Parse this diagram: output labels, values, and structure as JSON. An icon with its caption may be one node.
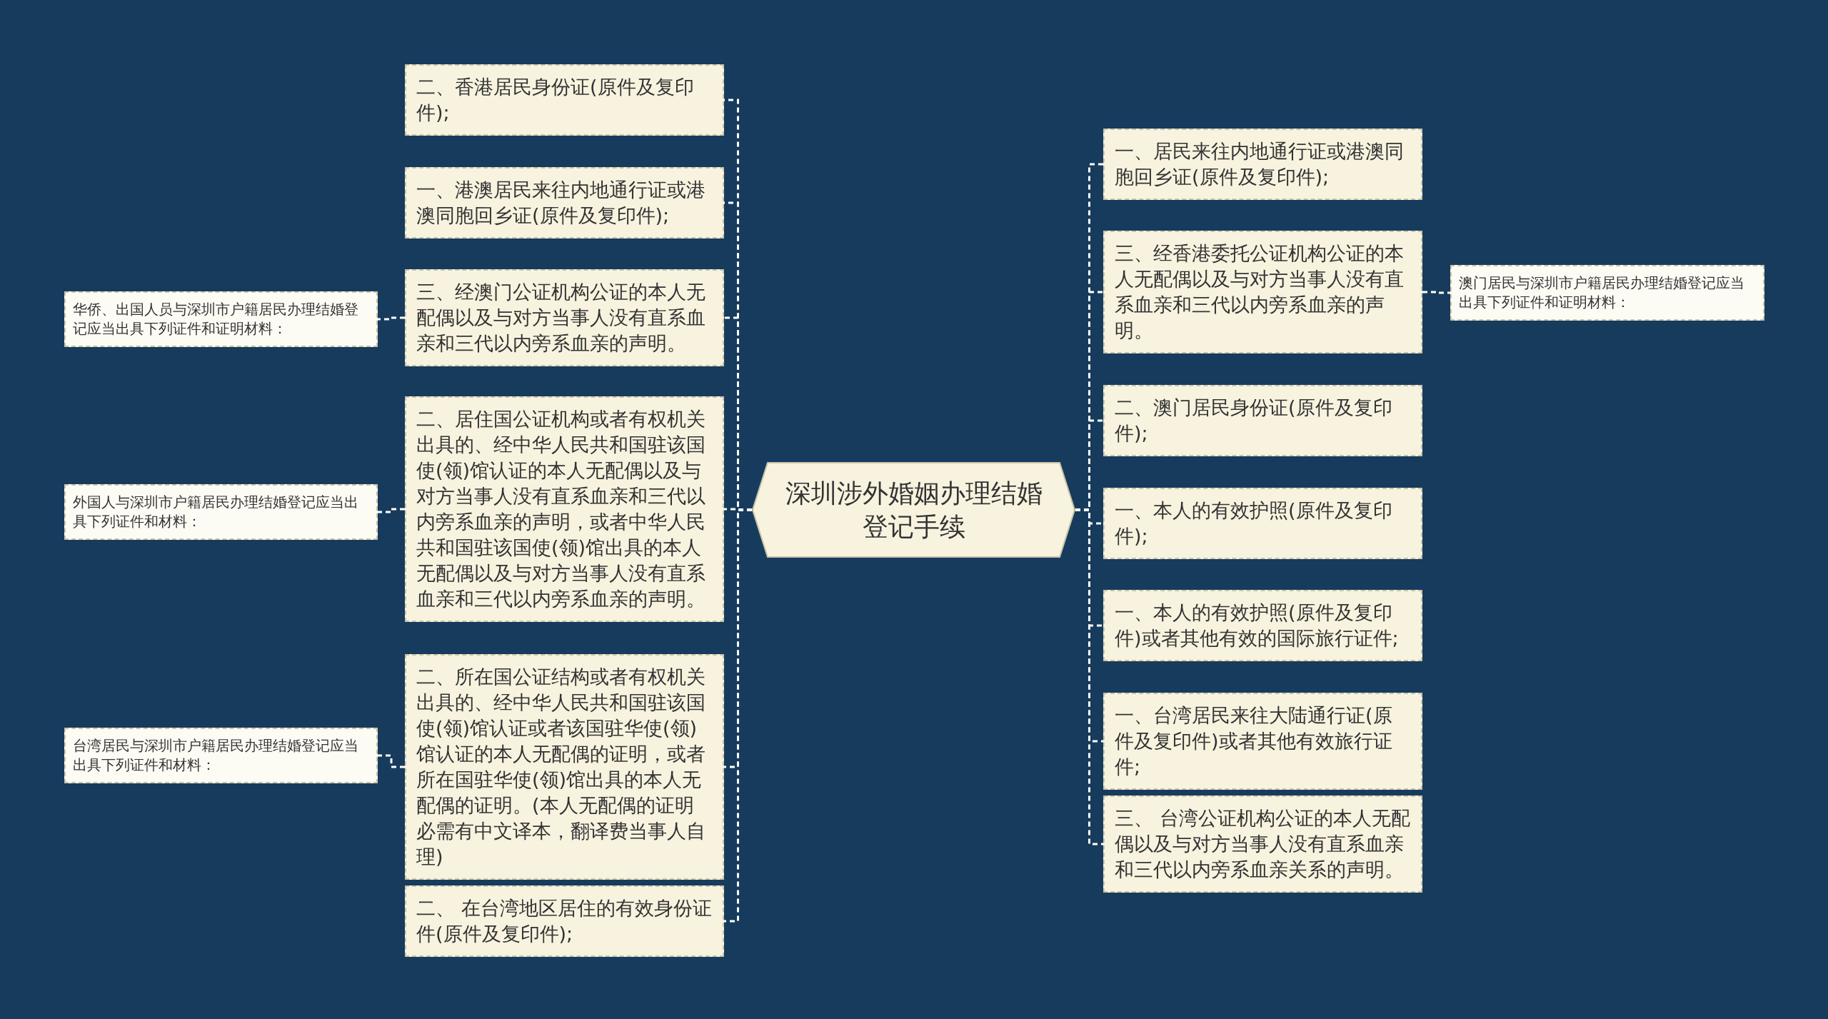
{
  "diagram": {
    "nodes": [
      {
        "text": [
          "深圳涉外婚姻办理结婚登记手续"
        ]
      },
      {
        "text": [
          "二、香港居民身份证(原件及复印件);"
        ]
      },
      {
        "text": [
          "一、港澳居民来往内地通行证或港澳同胞回乡证(原件及复印件);"
        ]
      },
      {
        "text": [
          "三、经澳门公证机构公证的本人无配偶以及与对方当事人没有直系血亲和三代以内旁系血亲的声明。"
        ]
      },
      {
        "text": [
          "二、居住国公证机构或者有权机关出具的、经中华人民共和国驻该国使(领)馆认证的本人无配偶以及与对方当事人没有直系血亲和三代以内旁系血亲的声明，或者中华人民共和国驻该国使(领)馆出具的本人无配偶以及与对方当事人没有直系血亲和三代以内旁系血亲的声明。"
        ]
      },
      {
        "text": [
          "二、所在国公证结构或者有权机关出具的、经中华人民共和国驻该国使(领)馆认证或者该国驻华使(领)馆认证的本人无配偶的证明，或者所在国驻华使(领)馆出具的本人无配偶的证明。(本人无配偶的证明必需有中文译本，翻译费当事人自理)"
        ]
      },
      {
        "text": [
          "二、 在台湾地区居住的有效身份证件(原件及复印件);"
        ]
      },
      {
        "text": [
          "华侨、出国人员与深圳市户籍居民办理结婚登记应当出具下列证件和证明材料："
        ]
      },
      {
        "text": [
          "外国人与深圳市户籍居民办理结婚登记应当出具下列证件和材料："
        ]
      },
      {
        "text": [
          "台湾居民与深圳市户籍居民办理结婚登记应当出具下列证件和材料："
        ]
      },
      {
        "text": [
          "一、居民来往内地通行证或港澳同胞回乡证(原件及复印件);"
        ]
      },
      {
        "text": [
          "三、经香港委托公证机构公证的本人无配偶以及与对方当事人没有直系血亲和三代以内旁系血亲的声明。"
        ]
      },
      {
        "text": [
          "二、澳门居民身份证(原件及复印件);"
        ]
      },
      {
        "text": [
          "一、本人的有效护照(原件及复印件);"
        ]
      },
      {
        "text": [
          "一、本人的有效护照(原件及复印件)或者其他有效的国际旅行证件;"
        ]
      },
      {
        "text": [
          "一、台湾居民来往大陆通行证(原件及复印件)或者其他有效旅行证件;"
        ]
      },
      {
        "text": [
          "三、 台湾公证机构公证的本人无配偶以及与对方当事人没有直系血亲和三代以内旁系血亲关系的声明。"
        ]
      },
      {
        "text": [
          "澳门居民与深圳市户籍居民办理结婚登记应当出具下列证件和证明材料："
        ]
      }
    ],
    "edges": [
      {
        "from": 0,
        "to": 1,
        "arrow": "none"
      },
      {
        "from": 0,
        "to": 2,
        "arrow": "none"
      },
      {
        "from": 0,
        "to": 3,
        "arrow": "none"
      },
      {
        "from": 0,
        "to": 4,
        "arrow": "none"
      },
      {
        "from": 0,
        "to": 5,
        "arrow": "none"
      },
      {
        "from": 0,
        "to": 6,
        "arrow": "none"
      },
      {
        "from": 3,
        "to": 7,
        "arrow": "none"
      },
      {
        "from": 4,
        "to": 8,
        "arrow": "none"
      },
      {
        "from": 5,
        "to": 9,
        "arrow": "none"
      },
      {
        "from": 0,
        "to": 10,
        "arrow": "none"
      },
      {
        "from": 0,
        "to": 11,
        "arrow": "none"
      },
      {
        "from": 0,
        "to": 12,
        "arrow": "none"
      },
      {
        "from": 0,
        "to": 13,
        "arrow": "none"
      },
      {
        "from": 0,
        "to": 14,
        "arrow": "none"
      },
      {
        "from": 0,
        "to": 15,
        "arrow": "none"
      },
      {
        "from": 0,
        "to": 16,
        "arrow": "none"
      },
      {
        "from": 11,
        "to": 17,
        "arrow": "none"
      }
    ]
  }
}
